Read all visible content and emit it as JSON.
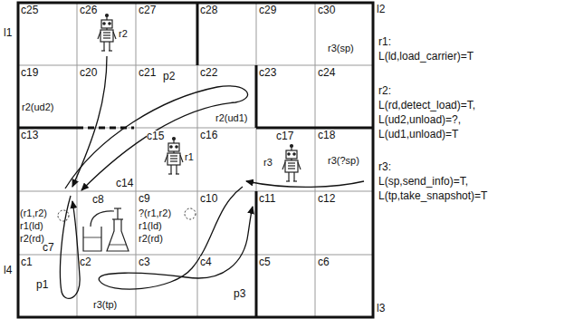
{
  "diagram": {
    "nodes": [
      {
        "text": [
          "c25"
        ]
      },
      {
        "text": [
          "c26",
          "r2"
        ]
      },
      {
        "text": [
          "c27"
        ]
      },
      {
        "text": [
          "c28"
        ]
      },
      {
        "text": [
          "c29"
        ]
      },
      {
        "text": [
          "c30",
          "r3(sp)"
        ]
      },
      {
        "text": [
          "c19",
          "r2(ud2)"
        ]
      },
      {
        "text": [
          "c20"
        ]
      },
      {
        "text": [
          "c21"
        ]
      },
      {
        "text": [
          "c22",
          "r2(ud1)"
        ]
      },
      {
        "text": [
          "c23"
        ]
      },
      {
        "text": [
          "c24"
        ]
      },
      {
        "text": [
          "c13"
        ]
      },
      {
        "text": [
          "c14"
        ]
      },
      {
        "text": [
          "c15",
          "r1"
        ]
      },
      {
        "text": [
          "c16"
        ]
      },
      {
        "text": [
          "c17",
          "r3"
        ]
      },
      {
        "text": [
          "c18",
          "r3(?sp)"
        ]
      },
      {
        "text": [
          "c7",
          "(r1,r2)",
          "r1(ld)",
          "r2(rd)"
        ]
      },
      {
        "text": [
          "c8"
        ]
      },
      {
        "text": [
          "c9",
          "?(r1,r2)",
          "r1(ld)",
          "r2(rd)"
        ]
      },
      {
        "text": [
          "c10"
        ]
      },
      {
        "text": [
          "c11"
        ]
      },
      {
        "text": [
          "c12"
        ]
      },
      {
        "text": [
          "c1"
        ]
      },
      {
        "text": [
          "c2",
          "r3(tp)"
        ]
      },
      {
        "text": [
          "c3"
        ]
      },
      {
        "text": [
          "c4"
        ]
      },
      {
        "text": [
          "c5"
        ]
      },
      {
        "text": [
          "c6"
        ]
      }
    ],
    "labels": [
      "l1",
      "l2",
      "l3",
      "l4",
      "p1",
      "p2",
      "p3",
      "r1:",
      "L(ld,load_carrier)=T",
      "r2:",
      "L(rd,detect_load)=T,",
      "L(ud2,unload)=?,",
      "L(ud1,unload)=T",
      "r3:",
      "L(sp,send_info)=T,",
      "L(tp,take_snapshot)=T"
    ]
  }
}
